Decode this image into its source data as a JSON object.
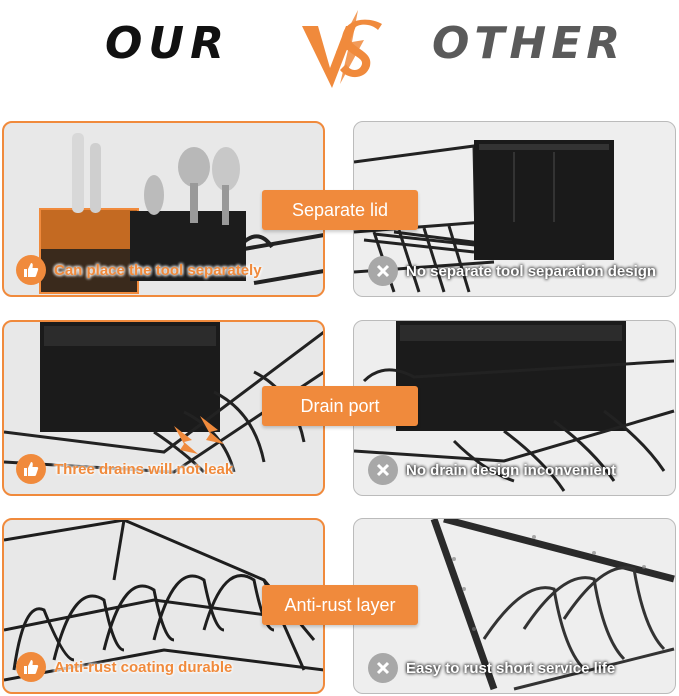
{
  "header": {
    "left": "OUR",
    "middle": "VS",
    "right": "OTHER"
  },
  "colors": {
    "accent": "#f08a3c",
    "dark": "#111111",
    "grey": "#5a5a5a"
  },
  "rows": [
    {
      "feature": "Separate lid",
      "ours": "Can place the tool separately",
      "others": "No separate tool separation design"
    },
    {
      "feature": "Drain port",
      "ours": "Three drains will not leak",
      "others": "No drain design inconvenient"
    },
    {
      "feature": "Anti-rust layer",
      "ours": "Anti-rust coating durable",
      "others": "Easy to rust short service life"
    }
  ],
  "icons": {
    "ours": "thumbs-up-icon",
    "others": "cross-icon"
  }
}
